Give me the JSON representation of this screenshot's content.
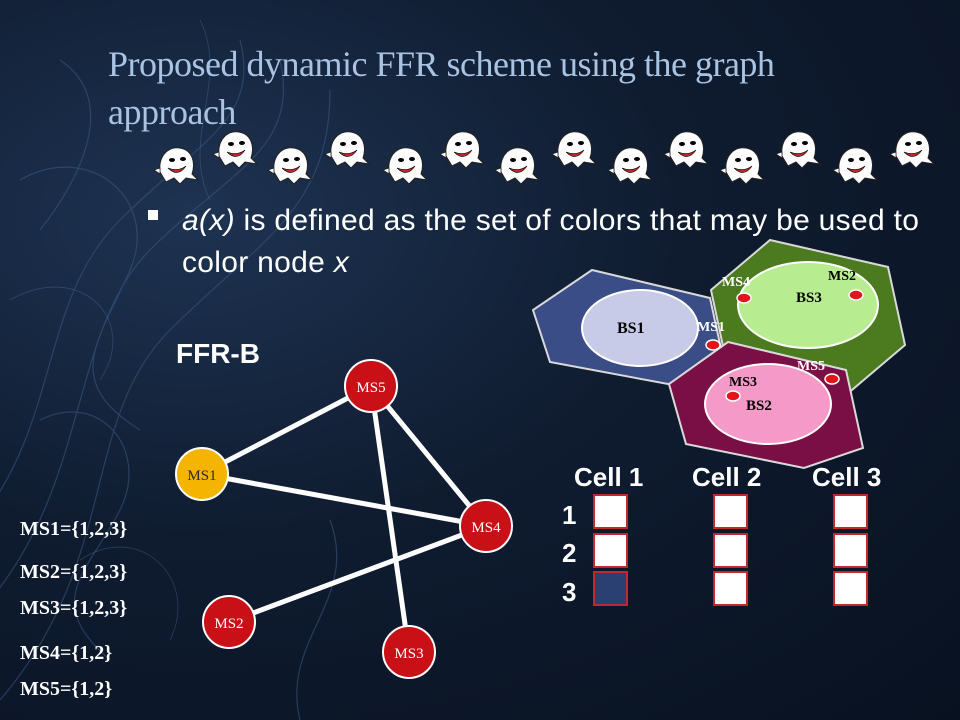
{
  "slide": {
    "title": "Proposed dynamic FFR scheme using the graph approach",
    "bullet": {
      "term": "a(x)",
      "text": " is defined as the set of colors that may be used to color node ",
      "var": "x"
    },
    "scheme_label": "FFR-B",
    "graph": {
      "nodes": [
        {
          "id": "MS5",
          "label": "MS5",
          "color": "#c81016"
        },
        {
          "id": "MS1",
          "label": "MS1",
          "color": "#f5b400"
        },
        {
          "id": "MS4",
          "label": "MS4",
          "color": "#c81016"
        },
        {
          "id": "MS2",
          "label": "MS2",
          "color": "#c81016"
        },
        {
          "id": "MS3",
          "label": "MS3",
          "color": "#c81016"
        }
      ],
      "edges": [
        [
          "MS5",
          "MS1"
        ],
        [
          "MS5",
          "MS4"
        ],
        [
          "MS5",
          "MS3"
        ],
        [
          "MS1",
          "MS4"
        ],
        [
          "MS2",
          "MS4"
        ]
      ]
    },
    "sets": [
      "MS1={1,2,3}",
      "MS2={1,2,3}",
      "MS3={1,2,3}",
      "MS4={1,2}",
      "MS5={1,2}"
    ],
    "cells": {
      "labels": [
        "Cell 1",
        "Cell 2",
        "Cell 3"
      ],
      "rows": [
        "1",
        "2",
        "3"
      ],
      "filled": [
        [
          false,
          false,
          true
        ],
        [
          false,
          false,
          false
        ],
        [
          false,
          false,
          false
        ]
      ],
      "fill_color": "#2a3f72",
      "border_color": "#c0282d"
    },
    "diagram": {
      "bs": [
        "BS1",
        "BS2",
        "BS3"
      ],
      "ms": [
        "MS1",
        "MS2",
        "MS3",
        "MS4",
        "MS5"
      ],
      "colors": {
        "bs1_hex": "#3b4d86",
        "bs2_hex": "#7a0f45",
        "bs3_hex": "#4b7a1f",
        "bs1_circle": "#c7cbe8",
        "bs2_circle": "#f59ac8",
        "bs3_circle": "#b8ec90"
      }
    },
    "decoration": "boo-ghost-icon row"
  }
}
